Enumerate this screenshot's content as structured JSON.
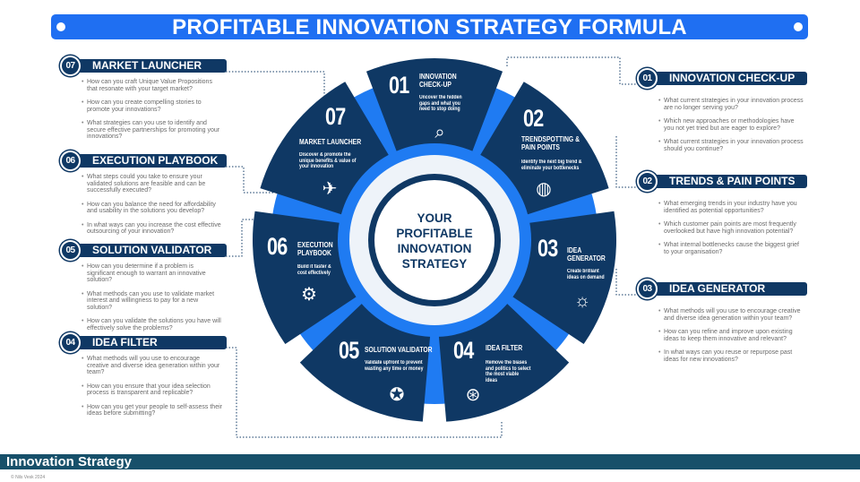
{
  "title": "PROFITABLE INNOVATION STRATEGY FORMULA",
  "center": {
    "lines": [
      "YOUR",
      "PROFITABLE",
      "INNOVATION",
      "STRATEGY"
    ]
  },
  "colors": {
    "navy": "#0f3864",
    "accent": "#1f7bf2",
    "footer": "#17506a"
  },
  "segments": [
    {
      "num": "01",
      "title": [
        "INNOVATION",
        "CHECK-UP"
      ],
      "desc": [
        "Uncover the hidden",
        "gaps and what you",
        "need to stop doing"
      ],
      "icon": "pulse-search-icon"
    },
    {
      "num": "02",
      "title": [
        "TRENDSPOTTING &",
        "PAIN POINTS"
      ],
      "desc": [
        "Identify the next big trend &",
        "eliminate your bottlenecks"
      ],
      "icon": "globe-trend-icon"
    },
    {
      "num": "03",
      "title": [
        "IDEA",
        "GENERATOR"
      ],
      "desc": [
        "Create brilliant",
        "ideas on demand"
      ],
      "icon": "team-idea-icon"
    },
    {
      "num": "04",
      "title": [
        "IDEA FILTER"
      ],
      "desc": [
        "Remove the biases",
        "and politics to select",
        "the most viable",
        "ideas"
      ],
      "icon": "venn-icon"
    },
    {
      "num": "05",
      "title": [
        "SOLUTION VALIDATOR"
      ],
      "desc": [
        "Validate upfront to prevent",
        "wasting any time or money"
      ],
      "icon": "validation-cycle-icon"
    },
    {
      "num": "06",
      "title": [
        "EXECUTION",
        "PLAYBOOK"
      ],
      "desc": [
        "Build it faster &",
        "cost effectively"
      ],
      "icon": "gear-document-icon"
    },
    {
      "num": "07",
      "title": [
        "MARKET LAUNCHER"
      ],
      "desc": [
        "Discover & promote the",
        "unique benefits & value of",
        "your innovation"
      ],
      "icon": "rocket-clipboard-icon"
    }
  ],
  "left_sections": [
    {
      "num": "07",
      "title": "MARKET LAUNCHER",
      "bullets": [
        "How can you craft Unique Value Propositions that resonate with your target market?",
        "How can you create compelling stories to promote your innovations?",
        "What strategies can you use to identify and secure effective partnerships for promoting your innovations?"
      ]
    },
    {
      "num": "06",
      "title": "EXECUTION PLAYBOOK",
      "bullets": [
        "What steps could you take to ensure your validated solutions are feasible and can be successfully executed?",
        "How can you balance the need for affordability and usability in the solutions you develop?",
        "In what ways can you increase the cost effective outsourcing of your innovation?"
      ]
    },
    {
      "num": "05",
      "title": "SOLUTION VALIDATOR",
      "bullets": [
        "How can you determine if a problem is significant enough to warrant an innovative solution?",
        "What methods can you use to validate market interest and willingness to pay for a new solution?",
        "How can you validate the solutions you have will effectively solve the problems?"
      ]
    },
    {
      "num": "04",
      "title": "IDEA FILTER",
      "bullets": [
        "What methods will you use to encourage creative and diverse idea generation within your team?",
        "How can you ensure that your idea selection process is transparent and replicable?",
        "How can you get your people to self-assess their ideas before submitting?"
      ]
    }
  ],
  "right_sections": [
    {
      "num": "01",
      "title": "INNOVATION CHECK-UP",
      "bullets": [
        "What current strategies in your innovation process are no longer serving you?",
        "Which new approaches or methodologies have you not yet tried but are eager to explore?",
        "What current strategies in your innovation process should you continue?"
      ]
    },
    {
      "num": "02",
      "title": "TRENDS & PAIN POINTS",
      "bullets": [
        "What emerging trends in your industry have you identified as potential opportunities?",
        "Which customer pain points are most frequently overlooked but have high innovation potential?",
        "What internal bottlenecks cause the biggest grief to your organisation?"
      ]
    },
    {
      "num": "03",
      "title": "IDEA GENERATOR",
      "bullets": [
        "What methods will you use to encourage creative and diverse idea generation within your team?",
        "How can you refine and improve upon existing ideas to keep them innovative and relevant?",
        "In what ways can you reuse or repurpose past ideas for new innovations?"
      ]
    }
  ],
  "footer": {
    "brand": "Innovation Strategy",
    "copyright": "© Nils Vesk 2024"
  }
}
